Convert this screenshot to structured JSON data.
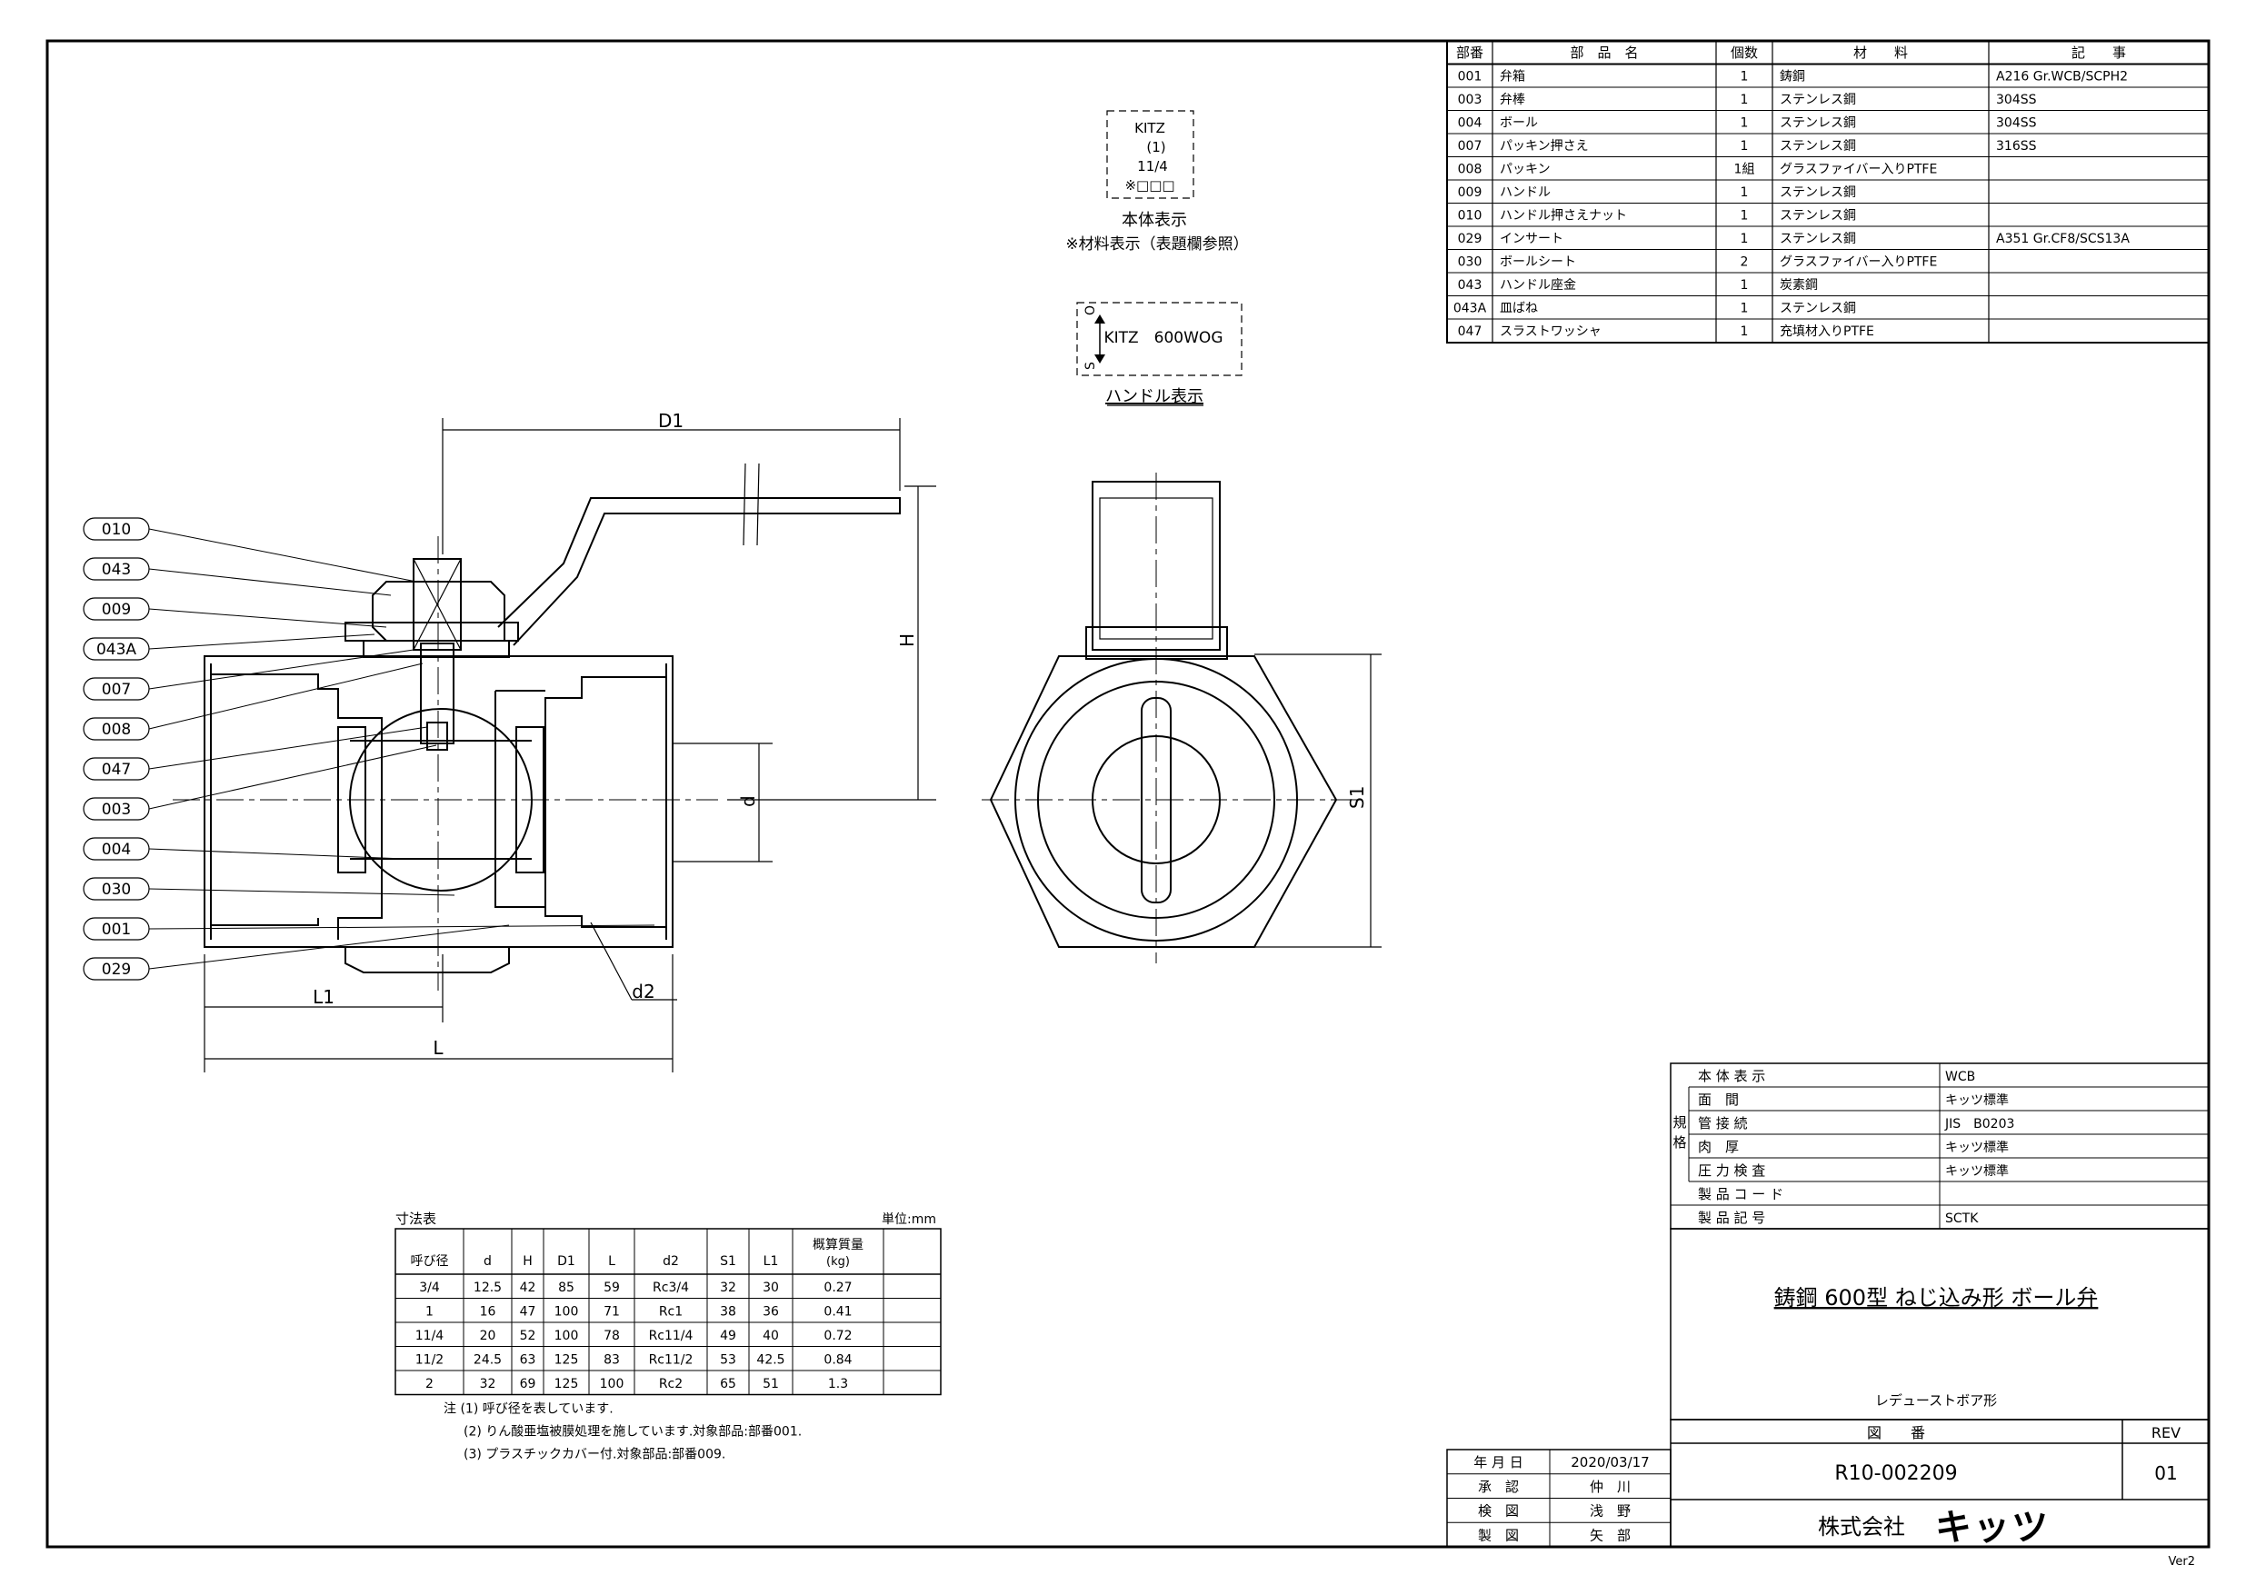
{
  "parts_table": {
    "headers": [
      "部番",
      "部　品　名",
      "個数",
      "材　　料",
      "記　　事"
    ],
    "rows": [
      [
        "001",
        "弁箱",
        "1",
        "鋳鋼",
        "A216 Gr.WCB/SCPH2"
      ],
      [
        "003",
        "弁棒",
        "1",
        "ステンレス鋼",
        "304SS"
      ],
      [
        "004",
        "ボール",
        "1",
        "ステンレス鋼",
        "304SS"
      ],
      [
        "007",
        "パッキン押さえ",
        "1",
        "ステンレス鋼",
        "316SS"
      ],
      [
        "008",
        "パッキン",
        "1組",
        "グラスファイバー入りPTFE",
        ""
      ],
      [
        "009",
        "ハンドル",
        "1",
        "ステンレス鋼",
        ""
      ],
      [
        "010",
        "ハンドル押さえナット",
        "1",
        "ステンレス鋼",
        ""
      ],
      [
        "029",
        "インサート",
        "1",
        "ステンレス鋼",
        "A351 Gr.CF8/SCS13A"
      ],
      [
        "030",
        "ボールシート",
        "2",
        "グラスファイバー入りPTFE",
        ""
      ],
      [
        "043",
        "ハンドル座金",
        "1",
        "炭素鋼",
        ""
      ],
      [
        "043A",
        "皿ばね",
        "1",
        "ステンレス鋼",
        ""
      ],
      [
        "047",
        "スラストワッシャ",
        "1",
        "充填材入りPTFE",
        ""
      ]
    ]
  },
  "body_marking": {
    "lines": [
      "KITZ",
      "(1)",
      "11/4",
      "※□□□"
    ],
    "caption": "本体表示",
    "note": "※材料表示（表題欄参照）"
  },
  "handle_marking": {
    "text": "KITZ　600WOG",
    "s_label": "S",
    "o_label": "O",
    "caption": "ハンドル表示"
  },
  "callouts": [
    "010",
    "043",
    "009",
    "043A",
    "007",
    "008",
    "047",
    "003",
    "004",
    "030",
    "001",
    "029"
  ],
  "dimensions": {
    "D1": "D1",
    "H": "H",
    "d": "d",
    "d2": "d2",
    "L1": "L1",
    "L": "L",
    "S1": "S1"
  },
  "size_table": {
    "title": "寸法表",
    "unit": "単位:mm",
    "headers": [
      "呼び径",
      "d",
      "H",
      "D1",
      "L",
      "d2",
      "S1",
      "L1",
      "概算質量",
      "(kg)"
    ],
    "rows": [
      [
        "3/4",
        "12.5",
        "42",
        "85",
        "59",
        "Rc3/4",
        "32",
        "30",
        "0.27"
      ],
      [
        "1",
        "16",
        "47",
        "100",
        "71",
        "Rc1",
        "38",
        "36",
        "0.41"
      ],
      [
        "11/4",
        "20",
        "52",
        "100",
        "78",
        "Rc11/4",
        "49",
        "40",
        "0.72"
      ],
      [
        "11/2",
        "24.5",
        "63",
        "125",
        "83",
        "Rc11/2",
        "53",
        "42.5",
        "0.84"
      ],
      [
        "2",
        "32",
        "69",
        "125",
        "100",
        "Rc2",
        "65",
        "51",
        "1.3"
      ]
    ],
    "notes": [
      "注 (1) 呼び径を表しています.",
      "(2) りん酸亜塩被膜処理を施しています.対象部品:部番001.",
      "(3) プラスチックカバー付.対象部品:部番009."
    ]
  },
  "spec_block": {
    "body_marking_label": "本 体 表 示",
    "body_marking_value": "WCB",
    "standard_label_1": "規",
    "standard_label_2": "格",
    "rows": [
      [
        "面　間",
        "キッツ標準"
      ],
      [
        "管 接 続",
        "JIS　B0203"
      ],
      [
        "肉　厚",
        "キッツ標準"
      ],
      [
        "圧 力 検 査",
        "キッツ標準"
      ]
    ],
    "product_code_label": "製 品 コ ー ド",
    "product_code_value": "",
    "product_symbol_label": "製 品 記 号",
    "product_symbol_value": "SCTK"
  },
  "title_block": {
    "title": "鋳鋼 600型 ねじ込み形 ボール弁",
    "subtitle": "レデューストボア形",
    "drawing_no_label": "図　　番",
    "rev_label": "REV",
    "drawing_no": "R10-002209",
    "rev": "01",
    "company_prefix": "株式会社",
    "company_logo": "キッツ",
    "approvals": [
      [
        "年 月 日",
        "2020/03/17"
      ],
      [
        "承　認",
        "仲　川"
      ],
      [
        "検　図",
        "浅　野"
      ],
      [
        "製　図",
        "矢　部"
      ]
    ],
    "version": "Ver2"
  }
}
